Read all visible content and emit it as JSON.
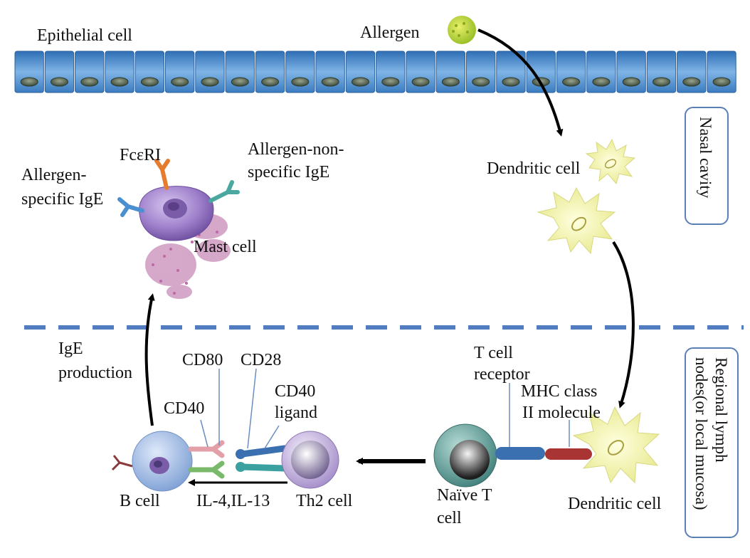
{
  "labels": {
    "epithelial_cell": "Epithelial cell",
    "allergen": "Allergen",
    "dendritic_cell_top": "Dendritic cell",
    "fceri": "FcεRI",
    "allergen_nonspecific_1": "Allergen-non-",
    "allergen_nonspecific_2": "specific IgE",
    "allergen_specific_1": "Allergen-",
    "allergen_specific_2": "specific IgE",
    "mast_cell": "Mast cell",
    "ige_production_1": "IgE",
    "ige_production_2": "production",
    "cd80": "CD80",
    "cd28": "CD28",
    "cd40": "CD40",
    "cd40_ligand_1": "CD40",
    "cd40_ligand_2": "ligand",
    "t_cell_receptor_1": "T cell",
    "t_cell_receptor_2": "receptor",
    "mhc_1": "MHC class",
    "mhc_2": "II  molecule",
    "b_cell": "B cell",
    "interleukins": "IL-4,IL-13",
    "th2_cell": "Th2 cell",
    "naive_t_1": "Naïve T",
    "naive_t_2": "cell",
    "dendritic_cell_bottom": "Dendritic cell"
  },
  "regions": {
    "nasal_cavity": "Nasal cavity",
    "lymph_nodes_1": "Regional lymph",
    "lymph_nodes_2": "nodes(or local mucosa)"
  },
  "colors": {
    "cell_fill": "#5b9bd5",
    "nucleus": "#4a5a4a",
    "dendritic": "#f0f0a0",
    "mast_cell": "#9b7fc0",
    "divider": "#4f7dbf",
    "region_border": "#5a7fb5"
  }
}
